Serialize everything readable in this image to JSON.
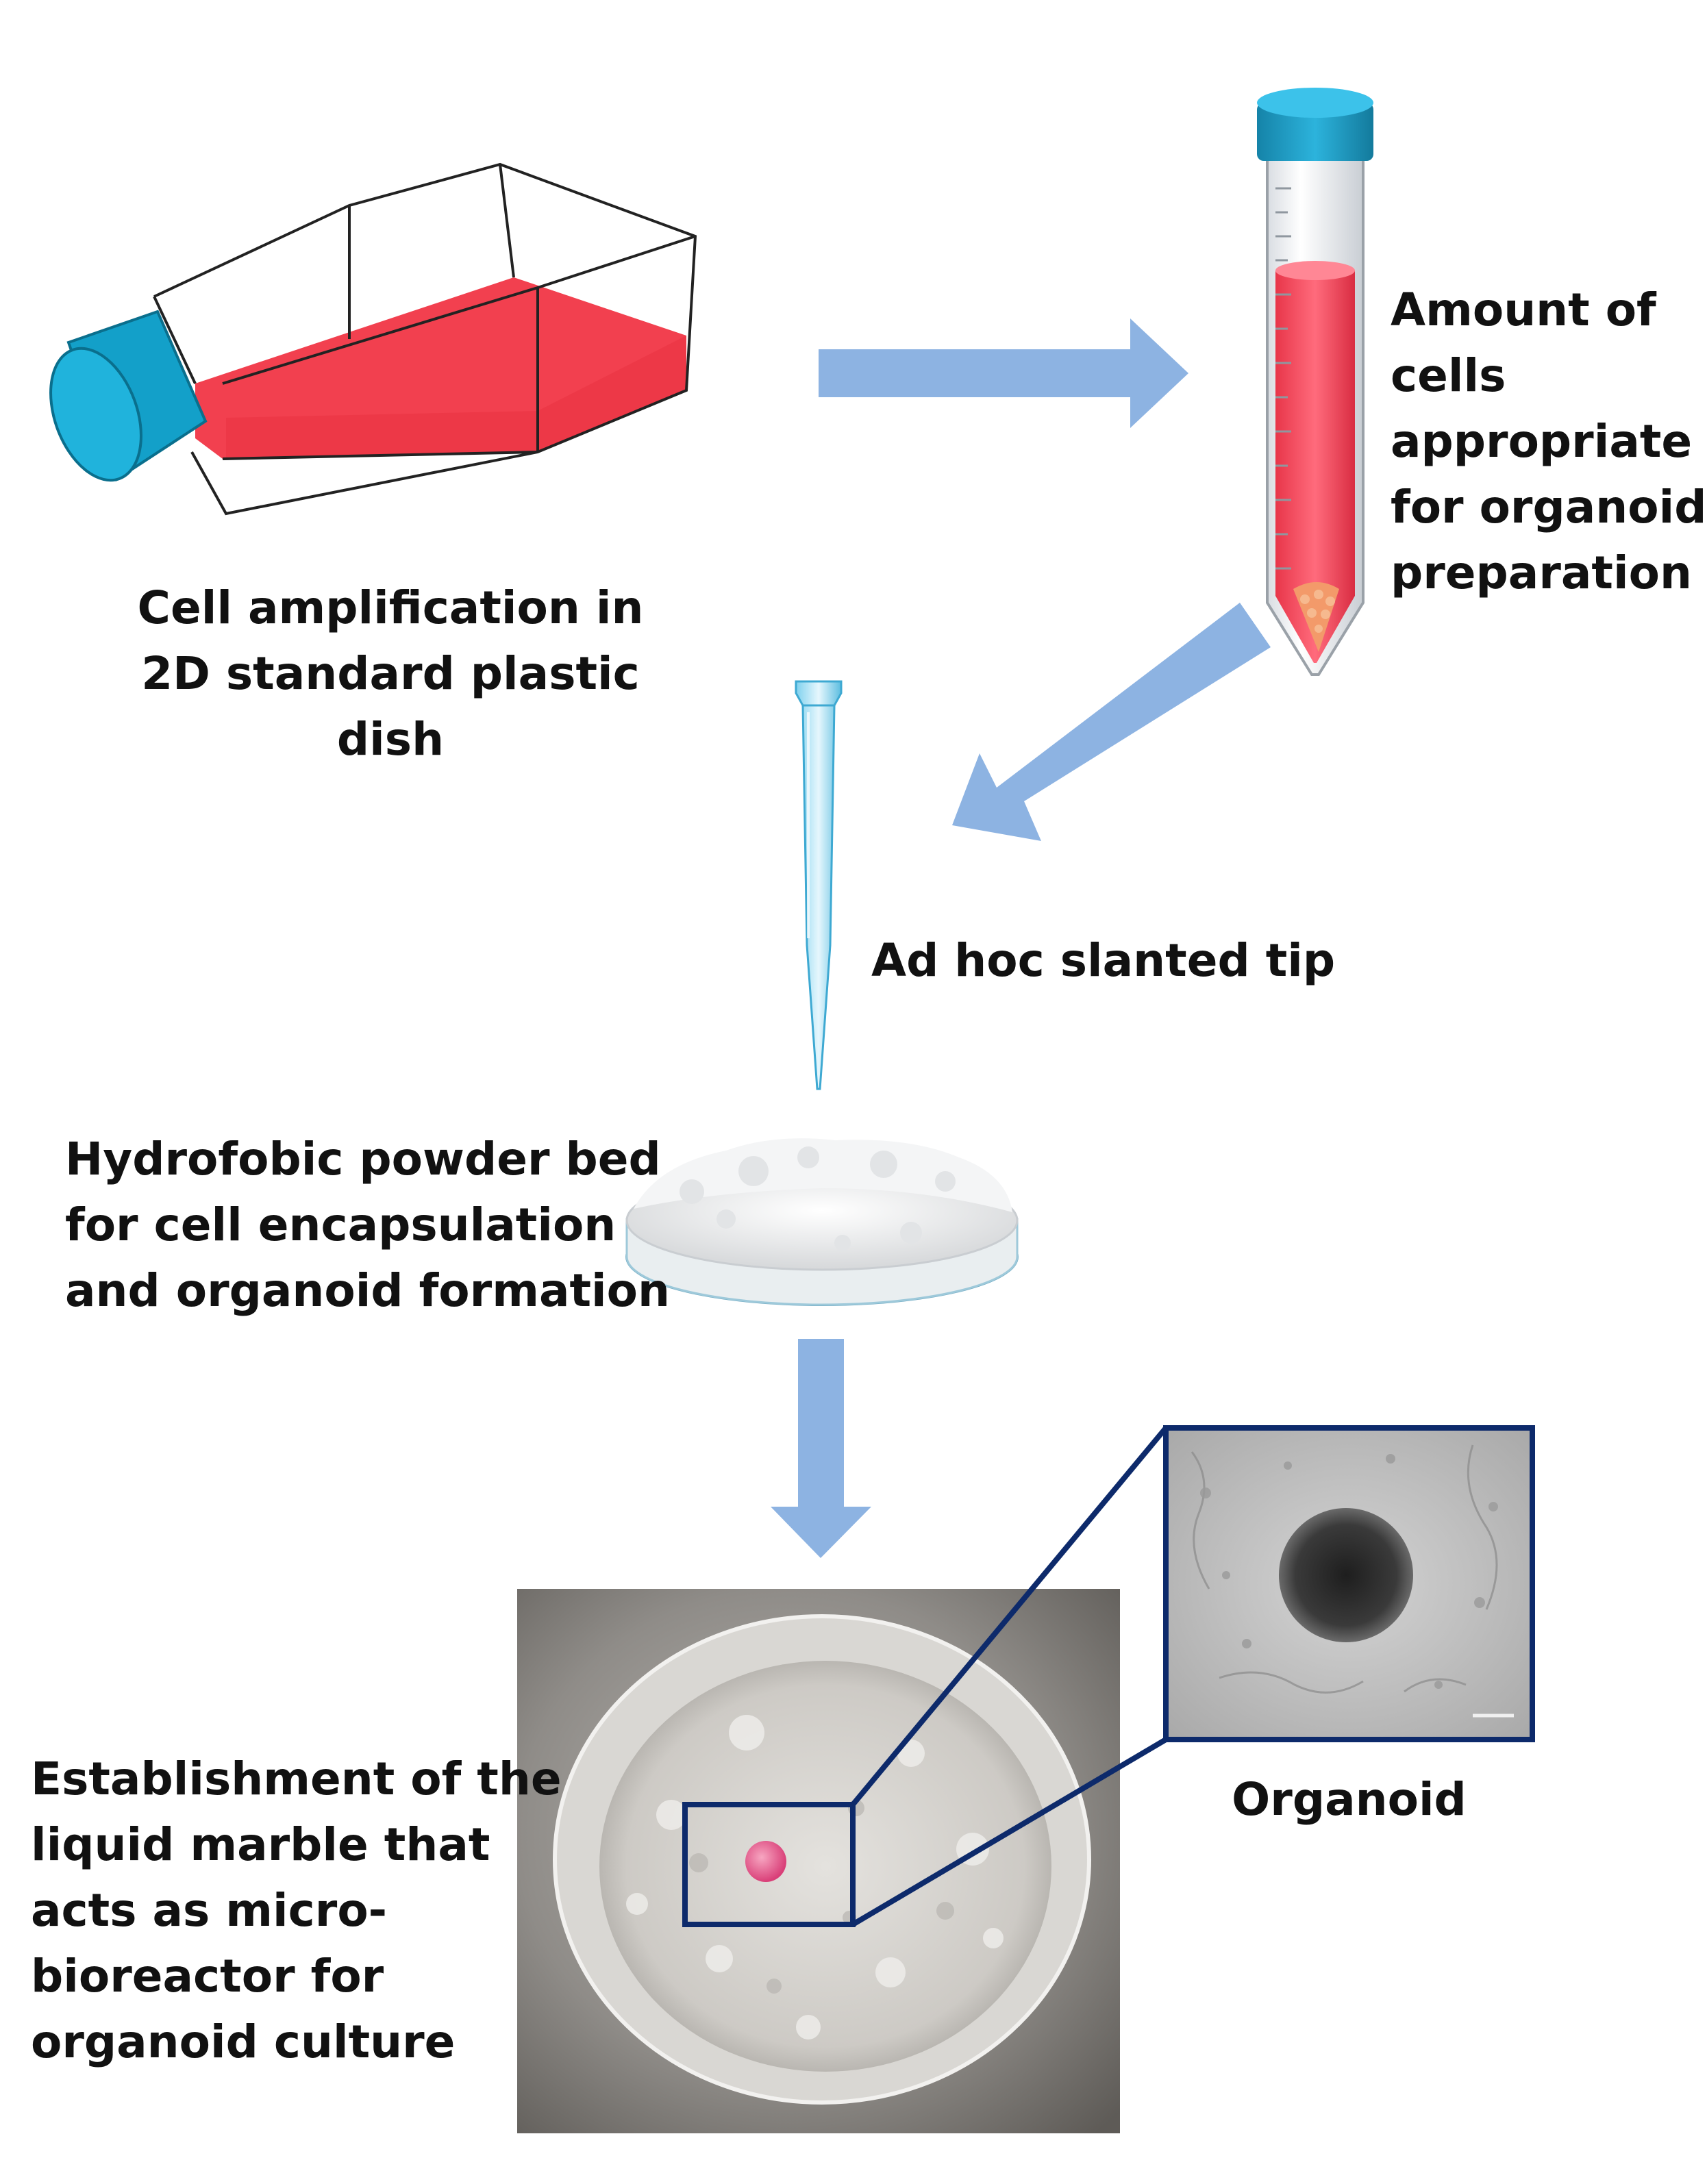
{
  "steps": {
    "flask": {
      "lines": [
        "Cell amplification in",
        "2D standard plastic",
        "dish"
      ]
    },
    "tube": {
      "lines": [
        "Amount of",
        "cells",
        "appropriate",
        "for organoid",
        "preparation"
      ]
    },
    "tip": {
      "lines": [
        "Ad hoc slanted tip"
      ]
    },
    "powder": {
      "lines": [
        "Hydrofobic powder bed",
        "for cell encapsulation",
        "and organoid formation"
      ]
    },
    "marble": {
      "lines": [
        "Establishment of the",
        "liquid marble that",
        "acts as micro-",
        "bioreactor for",
        "organoid culture"
      ]
    },
    "organoid": {
      "lines": [
        "Organoid"
      ]
    }
  },
  "colors": {
    "arrow": "#8db3e2",
    "medium_red": "#f2404f",
    "cap_blue": "#1aa3cc",
    "zoom_box": "#0d2a6b"
  }
}
